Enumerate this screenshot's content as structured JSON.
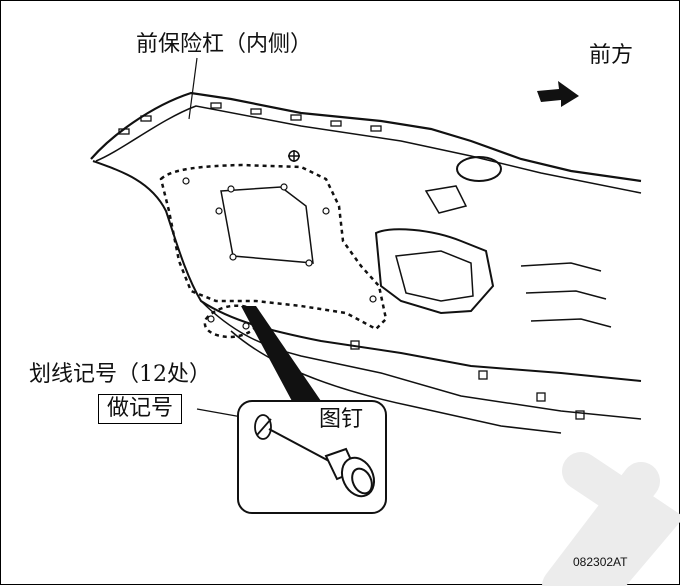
{
  "labels": {
    "bumper_inner": "前保险杠（内侧）",
    "front": "前方",
    "scribe_marks": "划线记号（12处）",
    "make_mark": "做记号",
    "push_pin": "图钉",
    "figure_code": "082302AT"
  },
  "colors": {
    "line": "#111111",
    "background": "#ffffff",
    "watermark": "#ececec"
  }
}
